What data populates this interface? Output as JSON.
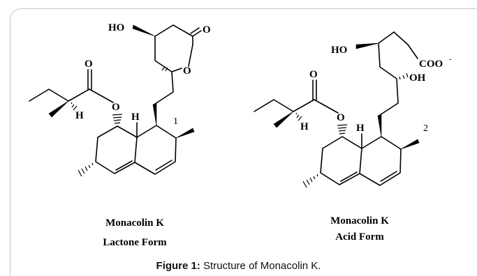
{
  "structure1": {
    "name": "Monacolin K",
    "form": "Lactone Form",
    "number": "1",
    "atoms": {
      "ho": "HO",
      "o_carbonyl": "O",
      "o_ring": "O",
      "o_ester_carbonyl": "O",
      "o_ester": "O",
      "h_side": "H",
      "h_ring": "H"
    }
  },
  "structure2": {
    "name": "Monacolin K",
    "form": "Acid Form",
    "number": "2",
    "atoms": {
      "ho": "HO",
      "coo": "COO",
      "charge": "-",
      "oh": "OH",
      "o_ester_carbonyl": "O",
      "o_ester": "O",
      "h_side": "H",
      "h_ring": "H"
    }
  },
  "caption": {
    "prefix": "Figure 1:",
    "text": " Structure of Monacolin K."
  }
}
